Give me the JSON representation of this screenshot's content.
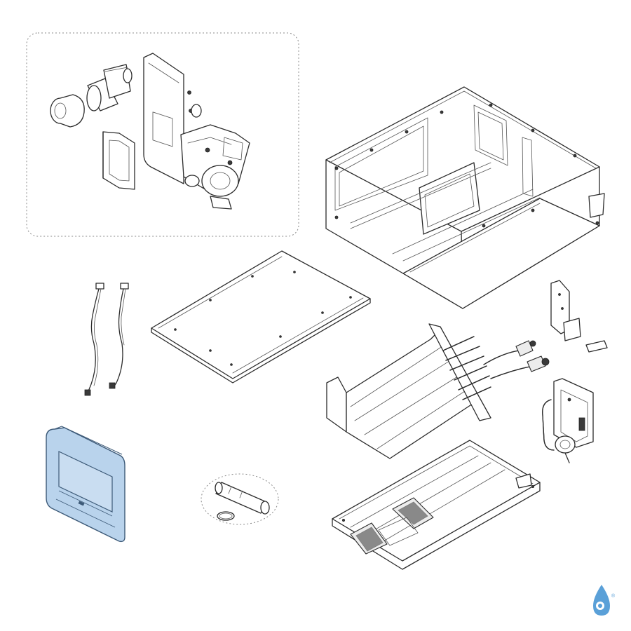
{
  "colors": {
    "line": "#2b2b2b",
    "highlight_fill": "#b9d3ec",
    "highlight_stroke": "#3d5a78",
    "dashed_group": "#8a8a8a",
    "brand": "#5aa0d8"
  },
  "parts": [
    {
      "name": "condensate-pump-kit",
      "highlighted": false
    },
    {
      "name": "main-unit-casing",
      "highlighted": false
    },
    {
      "name": "cover-panel",
      "highlighted": false
    },
    {
      "name": "sensor-cables",
      "highlighted": false
    },
    {
      "name": "wired-controller",
      "highlighted": true
    },
    {
      "name": "hose-and-clamp",
      "highlighted": false
    },
    {
      "name": "heat-exchanger-coil",
      "highlighted": false
    },
    {
      "name": "fan-and-drain-tray",
      "highlighted": false
    },
    {
      "name": "mounting-bracket",
      "highlighted": false
    },
    {
      "name": "electrical-box",
      "highlighted": false
    }
  ],
  "brand_logo": {
    "icon": "water-drop-logo",
    "mark": "®"
  }
}
